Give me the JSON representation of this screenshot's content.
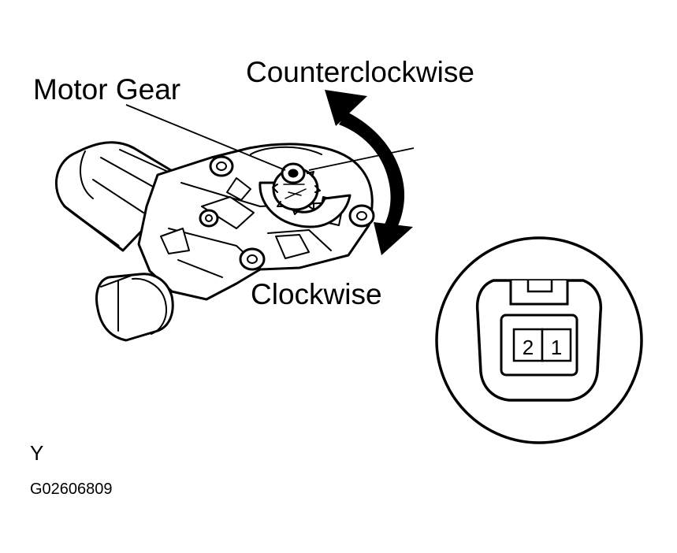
{
  "labels": {
    "motor_gear": "Motor Gear",
    "counterclockwise": "Counterclockwise",
    "clockwise": "Clockwise"
  },
  "connector": {
    "pin_left": "2",
    "pin_right": "1"
  },
  "footer": {
    "view_letter": "Y",
    "figure_code": "G02606809"
  },
  "colors": {
    "ink": "#000000",
    "paper": "#ffffff"
  }
}
